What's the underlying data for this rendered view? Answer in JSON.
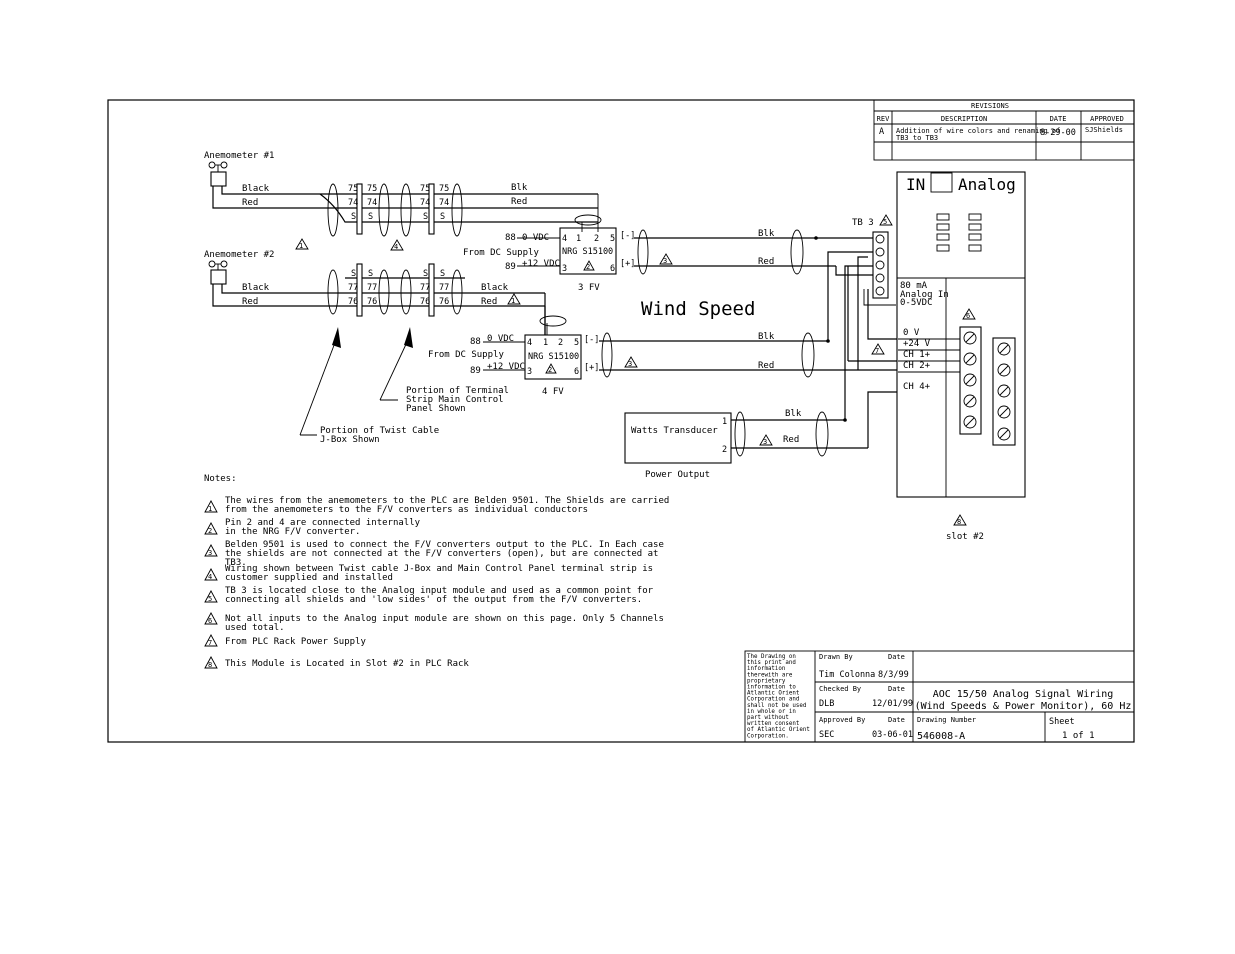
{
  "revisions": {
    "title": "REVISIONS",
    "headers": [
      "REV",
      "DESCRIPTION",
      "DATE",
      "APPROVED"
    ],
    "rows": [
      {
        "rev": "A",
        "description_1": "Addition of wire colors and renaming of",
        "description_2": "TB3 to TB3",
        "date": "8-29-00",
        "approved": "SJShields"
      }
    ]
  },
  "anemometers": {
    "a1": "Anemometer #1",
    "a2": "Anemometer #2"
  },
  "wire_colors": {
    "black": "Black",
    "red": "Red",
    "blk": "Blk"
  },
  "terminals": {
    "t75": "75",
    "t74": "74",
    "t77": "77",
    "t76": "76",
    "s": "S"
  },
  "converters": {
    "fv3": {
      "label": "3 FV",
      "model": "NRG S15100"
    },
    "fv4": {
      "label": "4 FV",
      "model": "NRG S15100"
    },
    "pins": {
      "p4": "4",
      "p1": "1",
      "p2": "2",
      "p5": "5",
      "p3": "3",
      "p6": "6",
      "neg": "[-]",
      "pos": "[+]"
    },
    "supply": "From DC Supply",
    "zero_vdc": "0 VDC",
    "twelve_vdc": "+12 VDC",
    "n88": "88",
    "n89": "89"
  },
  "wind_speed_label": "Wind Speed",
  "tb3": {
    "label": "TB 3"
  },
  "analog_module": {
    "in": "IN",
    "analog": "Analog",
    "spec_1": "80 mA",
    "spec_2": "Analog In",
    "spec_3": "0-5VDC",
    "pin_0v": "0 V",
    "pin_24v": "+24 V",
    "ch1": "CH 1+",
    "ch2": "CH 2+",
    "ch4": "CH 4+",
    "slot": "slot #2"
  },
  "watts": {
    "label": "Watts Transducer",
    "pin1": "1",
    "pin2": "2",
    "caption": "Power Output"
  },
  "callouts": {
    "term_1": "Portion of Terminal",
    "term_2": "Strip Main Control",
    "term_3": "Panel Shown",
    "twist_1": "Portion of Twist Cable",
    "twist_2": "J-Box Shown"
  },
  "flags": {
    "f1": "1",
    "f2": "2",
    "f3": "3",
    "f4": "4",
    "f5": "5",
    "f6": "6",
    "f7": "7",
    "f8": "8"
  },
  "notes": {
    "title": "Notes:",
    "n1a": "The wires from the anemometers to the PLC are Belden 9501.  The Shields are carried",
    "n1b": "from the anemometers to the F/V converters as individual conductors",
    "n2a": "Pin 2 and 4 are connected internally",
    "n2b": "in the NRG F/V converter.",
    "n3a": "Belden 9501 is used to connect the F/V converters output to the PLC.  In Each case",
    "n3b": "the shields are not connected at the F/V converters (open), but are connected at",
    "n3c": "TB3.",
    "n4a": "Wiring shown between Twist cable J-Box and Main Control Panel terminal strip is",
    "n4b": "customer supplied and installed",
    "n5a": "TB 3 is located close to the Analog input module and used as a common point for",
    "n5b": "connecting all shields and 'low sides' of the output from the F/V converters.",
    "n6a": "Not all inputs to the Analog input module are shown on this page.  Only 5 Channels",
    "n6b": "used total.",
    "n7": "From PLC Rack Power Supply",
    "n8": "This Module is Located in Slot #2 in PLC Rack"
  },
  "title_block": {
    "proprietary": [
      "The Drawing on",
      "this print and",
      "information",
      "therewith are",
      "proprietary",
      "information to",
      "Atlantic Orient",
      "Corporation and",
      "shall not be used",
      "in whole or in",
      "part without",
      "written consent",
      "of Atlantic Orient",
      "Corporation."
    ],
    "drawn_by_label": "Drawn By",
    "date_label": "Date",
    "drawn_by": "Tim Colonna",
    "drawn_date": "8/3/99",
    "checked_by_label": "Checked By",
    "checked_by": "DLB",
    "checked_date": "12/01/99",
    "approved_by_label": "Approved By",
    "approved_by": "SEC",
    "approved_date": "03-06-01",
    "title_1": "AOC 15/50 Analog Signal Wiring",
    "title_2": "(Wind Speeds & Power Monitor), 60 Hz",
    "drawing_number_label": "Drawing Number",
    "drawing_number": "546008-A",
    "sheet_label": "Sheet",
    "sheet": "1 of 1"
  }
}
